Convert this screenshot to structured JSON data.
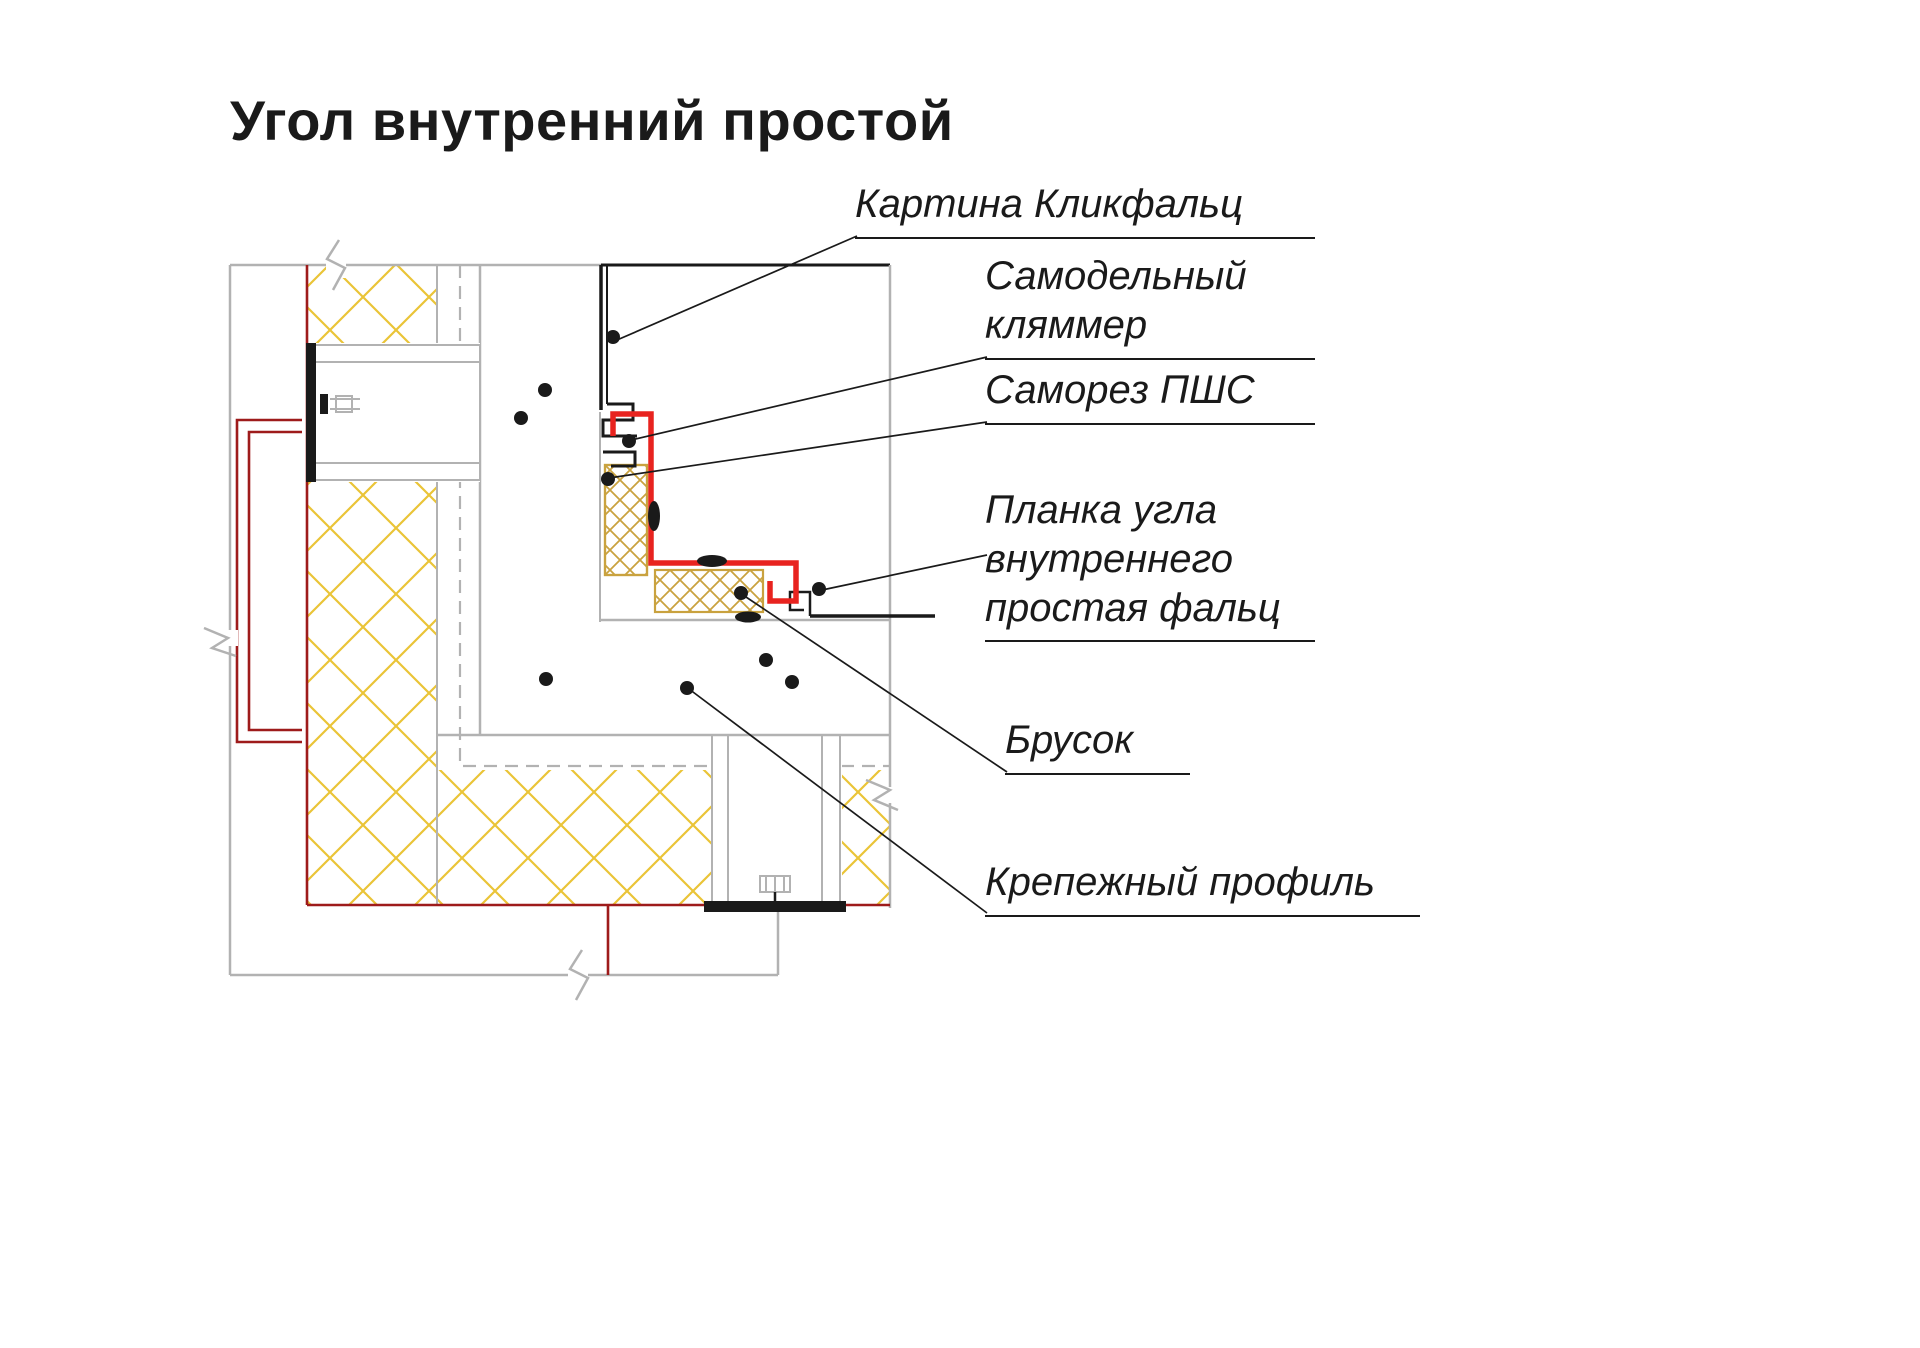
{
  "title": "Угол внутренний простой",
  "colors": {
    "outline_gray": "#b2b2b2",
    "insulation_yellow": "#eac437",
    "profile_dark_red": "#9e1b1b",
    "flashing_red": "#e8231f",
    "wood_tan": "#c9a23f",
    "ink": "#1a1a1a"
  },
  "labels": [
    {
      "id": "kartina",
      "text": "Картина Кликфальц"
    },
    {
      "id": "klyammer",
      "text": "Самодельный кляммер"
    },
    {
      "id": "samorez",
      "text": "Саморез ПШС"
    },
    {
      "id": "planka",
      "text": "Планка угла внутреннего простая фальц"
    },
    {
      "id": "brusok",
      "text": "Брусок"
    },
    {
      "id": "profil",
      "text": "Крепежный профиль"
    }
  ]
}
